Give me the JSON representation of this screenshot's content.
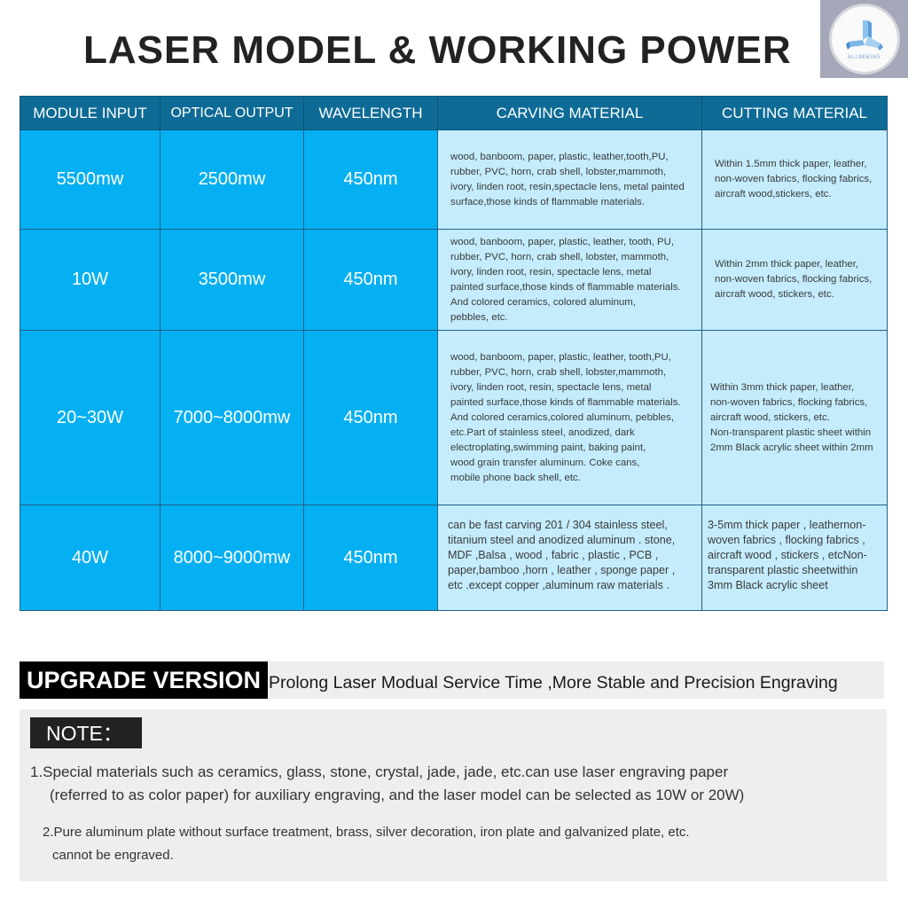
{
  "title": "LASER MODEL & WORKING POWER",
  "logo": {
    "icon": "triangle-blocks-logo-icon",
    "text": "ALLNEW365"
  },
  "table": {
    "headers": [
      "MODULE INPUT",
      "OPTICAL OUTPUT",
      "WAVELENGTH",
      "CARVING MATERIAL",
      "CUTTING MATERIAL"
    ],
    "rows": [
      {
        "module_input": "5500mw",
        "optical_output": "2500mw",
        "wavelength": "450nm",
        "carving_lines": [
          "wood, banboom, paper, plastic, leather,tooth,PU,",
          "rubber, PVC, horn, crab shell, lobster,mammoth,",
          "ivory, linden root, resin,spectacle lens, metal painted",
          "surface,those kinds of flammable materials."
        ],
        "cutting_lines": [
          "Within 1.5mm thick paper, leather,",
          "non-woven fabrics, flocking fabrics,",
          "aircraft wood,stickers, etc."
        ]
      },
      {
        "module_input": "10W",
        "optical_output": "3500mw",
        "wavelength": "450nm",
        "carving_lines": [
          "wood, banboom, paper, plastic, leather, tooth, PU,",
          "rubber, PVC, horn, crab shell,  lobster, mammoth,",
          "ivory, linden root, resin, spectacle lens, metal",
          "painted surface,those kinds of  flammable materials.",
          "And colored ceramics, colored aluminum,",
          "pebbles, etc."
        ],
        "cutting_lines": [
          "Within 2mm thick paper, leather,",
          "non-woven fabrics, flocking fabrics,",
          "aircraft wood, stickers, etc."
        ]
      },
      {
        "module_input": "20~30W",
        "optical_output": "7000~8000mw",
        "wavelength": "450nm",
        "carving_lines": [
          "wood, banboom, paper, plastic, leather, tooth,PU,",
          "rubber, PVC, horn, crab shell,  lobster,mammoth,",
          "ivory, linden root, resin, spectacle lens, metal",
          "painted surface,those kinds of flammable materials.",
          "And colored ceramics,colored aluminum, pebbles,",
          "etc.Part of stainless steel, anodized, dark",
          "electroplating,swimming paint, baking paint,",
          "wood grain transfer aluminum. Coke cans,",
          "mobile phone back shell, etc."
        ],
        "cutting_lines": [
          "Within 3mm thick paper, leather,",
          "non-woven fabrics, flocking fabrics,",
          "aircraft wood, stickers, etc.",
          "Non-transparent plastic sheet within",
          "2mm Black acrylic sheet within 2mm"
        ]
      },
      {
        "module_input": "40W",
        "optical_output": "8000~9000mw",
        "wavelength": "450nm",
        "carving_lines": [
          "can be fast carving 201 / 304 stainless steel,",
          "titanium steel and anodized aluminum . stone,",
          "MDF ,Balsa , wood , fabric , plastic , PCB ,",
          "paper,bamboo ,horn , leather , sponge paper ,",
          "etc .except copper ,aluminum raw materials ."
        ],
        "cutting_lines": [
          "3-5mm thick paper , leathernon-",
          "woven fabrics , flocking fabrics ,",
          "aircraft wood , stickers , etcNon-",
          "transparent plastic sheetwithin",
          "3mm Black acrylic sheet"
        ]
      }
    ]
  },
  "upgrade": {
    "badge": "UPGRADE VERSION",
    "text": "Prolong Laser Modual Service Time ,More Stable and Precision Engraving"
  },
  "note": {
    "badge": "NOTE：",
    "items": [
      {
        "line1": "1.Special materials such as ceramics, glass, stone, crystal, jade, jade, etc.can use laser engraving paper",
        "line2": "(referred to as color paper) for auxiliary engraving, and the laser model can be selected as 10W or 20W)"
      },
      {
        "line1": "2.Pure aluminum plate without surface treatment, brass, silver decoration, iron plate and galvanized plate, etc.",
        "line2": "cannot be engraved."
      }
    ]
  },
  "colors": {
    "header_bg": "#0e6b96",
    "spec_cell_bg": "#05b0f2",
    "material_cell_bg": "#c4ecfd",
    "panel_bg": "#eeeeee",
    "badge_bg": "#000000"
  }
}
